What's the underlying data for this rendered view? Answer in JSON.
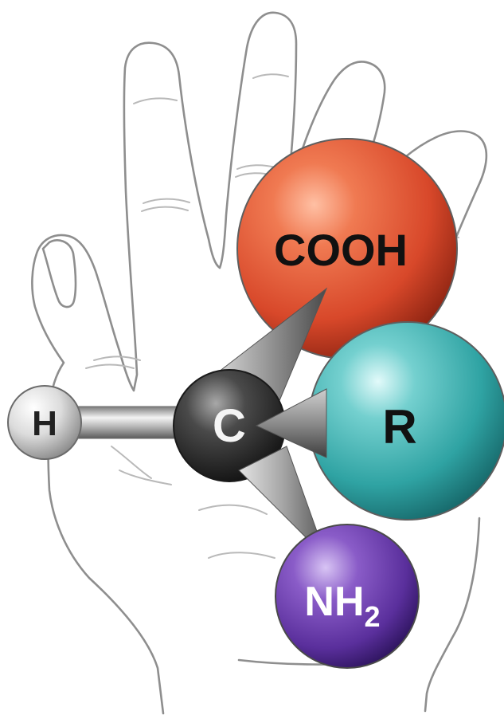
{
  "diagram": {
    "atoms": {
      "cooh": {
        "label": "COOH",
        "color": "#d8482a"
      },
      "r": {
        "label": "R",
        "color": "#2fa3a3"
      },
      "c": {
        "label": "C",
        "color": "#2b2b2b"
      },
      "h": {
        "label": "H",
        "color": "#d9d9d9"
      },
      "nh2": {
        "label": "NH",
        "subscript": "2",
        "color": "#5a2f9c"
      }
    }
  }
}
